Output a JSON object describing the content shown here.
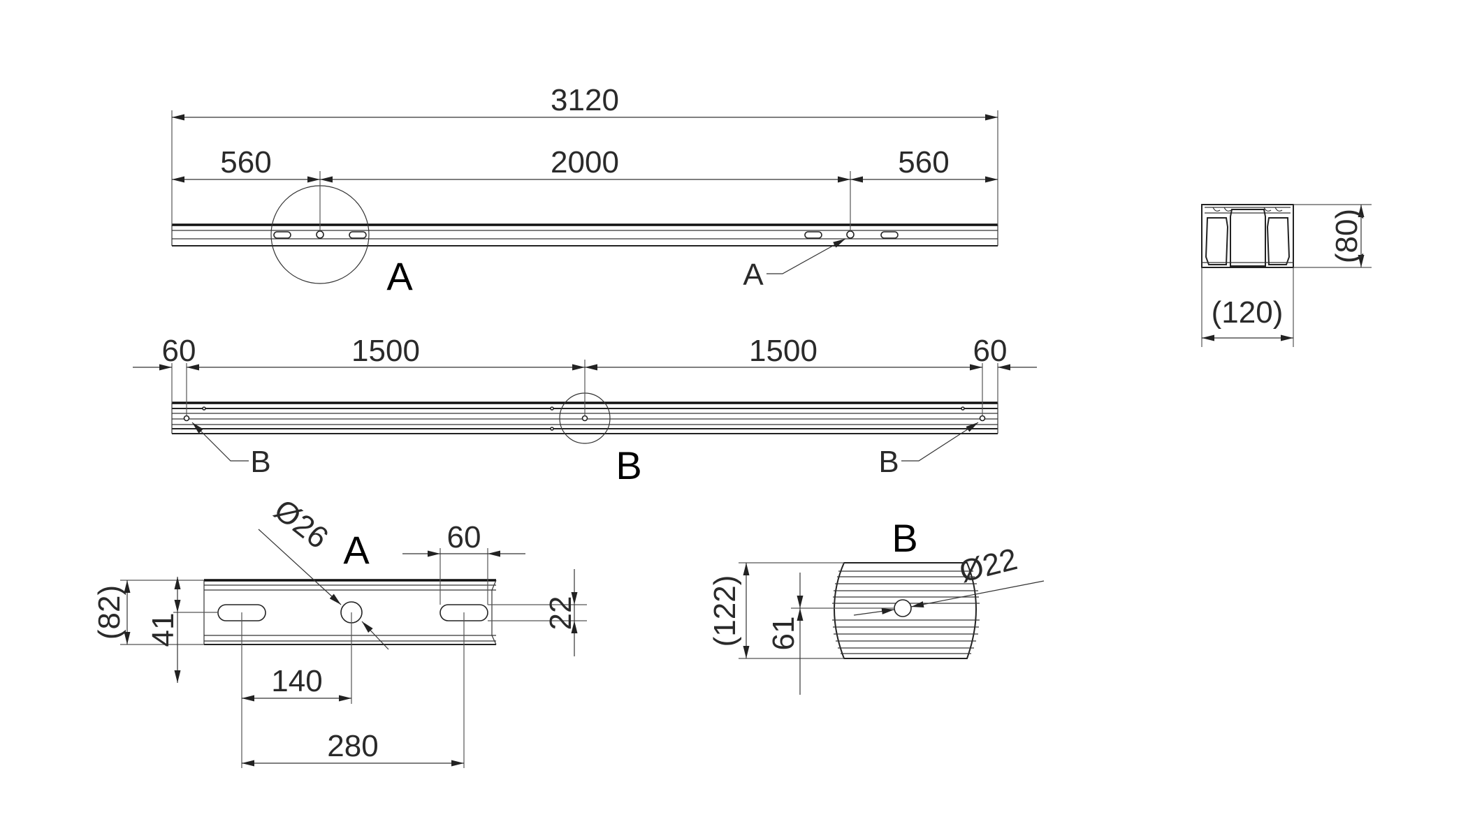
{
  "drawing": {
    "top_view": {
      "overall_length": "3120",
      "left_offset": "560",
      "center_span": "2000",
      "right_offset": "560",
      "detail_callout": "A",
      "leader_label": "A"
    },
    "side_view": {
      "left_edge": "60",
      "left_span": "1500",
      "right_span": "1500",
      "right_edge": "60",
      "detail_callout": "B",
      "leader_left": "B",
      "leader_right": "B"
    },
    "section": {
      "height": "(80)",
      "width": "(120)"
    },
    "detail_a": {
      "title": "A",
      "hole_diameter": "Ø26",
      "slot_length": "60",
      "total_height": "(82)",
      "half_height": "41",
      "slot_width": "22",
      "hole_offset": "140",
      "slot_spacing": "280"
    },
    "detail_b": {
      "title": "B",
      "hole_diameter": "Ø22",
      "total_height": "(122)",
      "half_height": "61"
    }
  }
}
